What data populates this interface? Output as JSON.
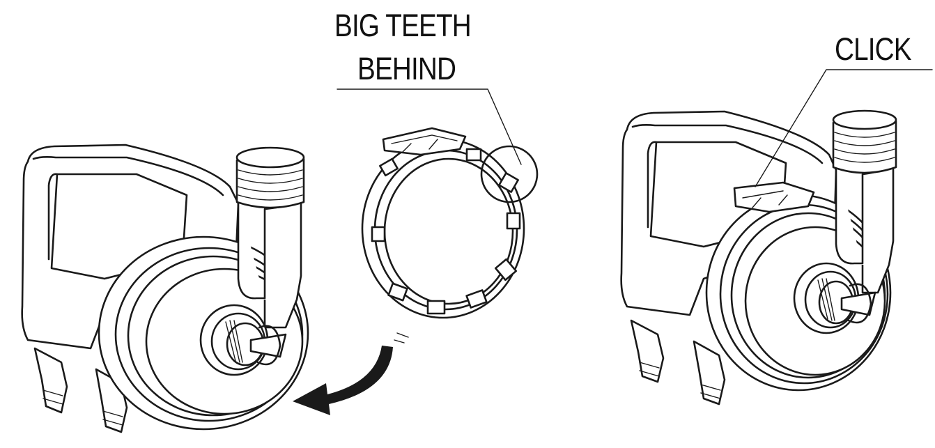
{
  "labels": {
    "teeth_line1": "BIG TEETH",
    "teeth_line2": "BEHIND",
    "click": "CLICK"
  },
  "figures": {
    "left": "pump-without-ring",
    "middle": "bayonet-ring",
    "right": "pump-with-ring-attached",
    "arrow": "curved-arrow-icon"
  },
  "colors": {
    "ink": "#1a1a1a",
    "background": "#ffffff"
  }
}
